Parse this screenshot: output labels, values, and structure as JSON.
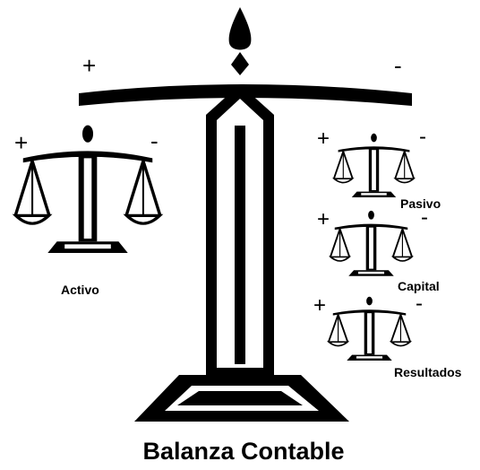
{
  "title": "Balanza Contable",
  "signs": {
    "plus": "+",
    "minus": "-"
  },
  "scales": {
    "main": {
      "left_sign": "+",
      "right_sign": "-"
    },
    "activo": {
      "label": "Activo",
      "left_sign": "+",
      "right_sign": "-"
    },
    "pasivo": {
      "label": "Pasivo",
      "left_sign": "+",
      "right_sign": "-"
    },
    "capital": {
      "label": "Capital",
      "left_sign": "+",
      "right_sign": "-"
    },
    "resultados": {
      "label": "Resultados",
      "left_sign": "+",
      "right_sign": "-"
    }
  },
  "colors": {
    "ink": "#000000",
    "paper": "#ffffff"
  }
}
